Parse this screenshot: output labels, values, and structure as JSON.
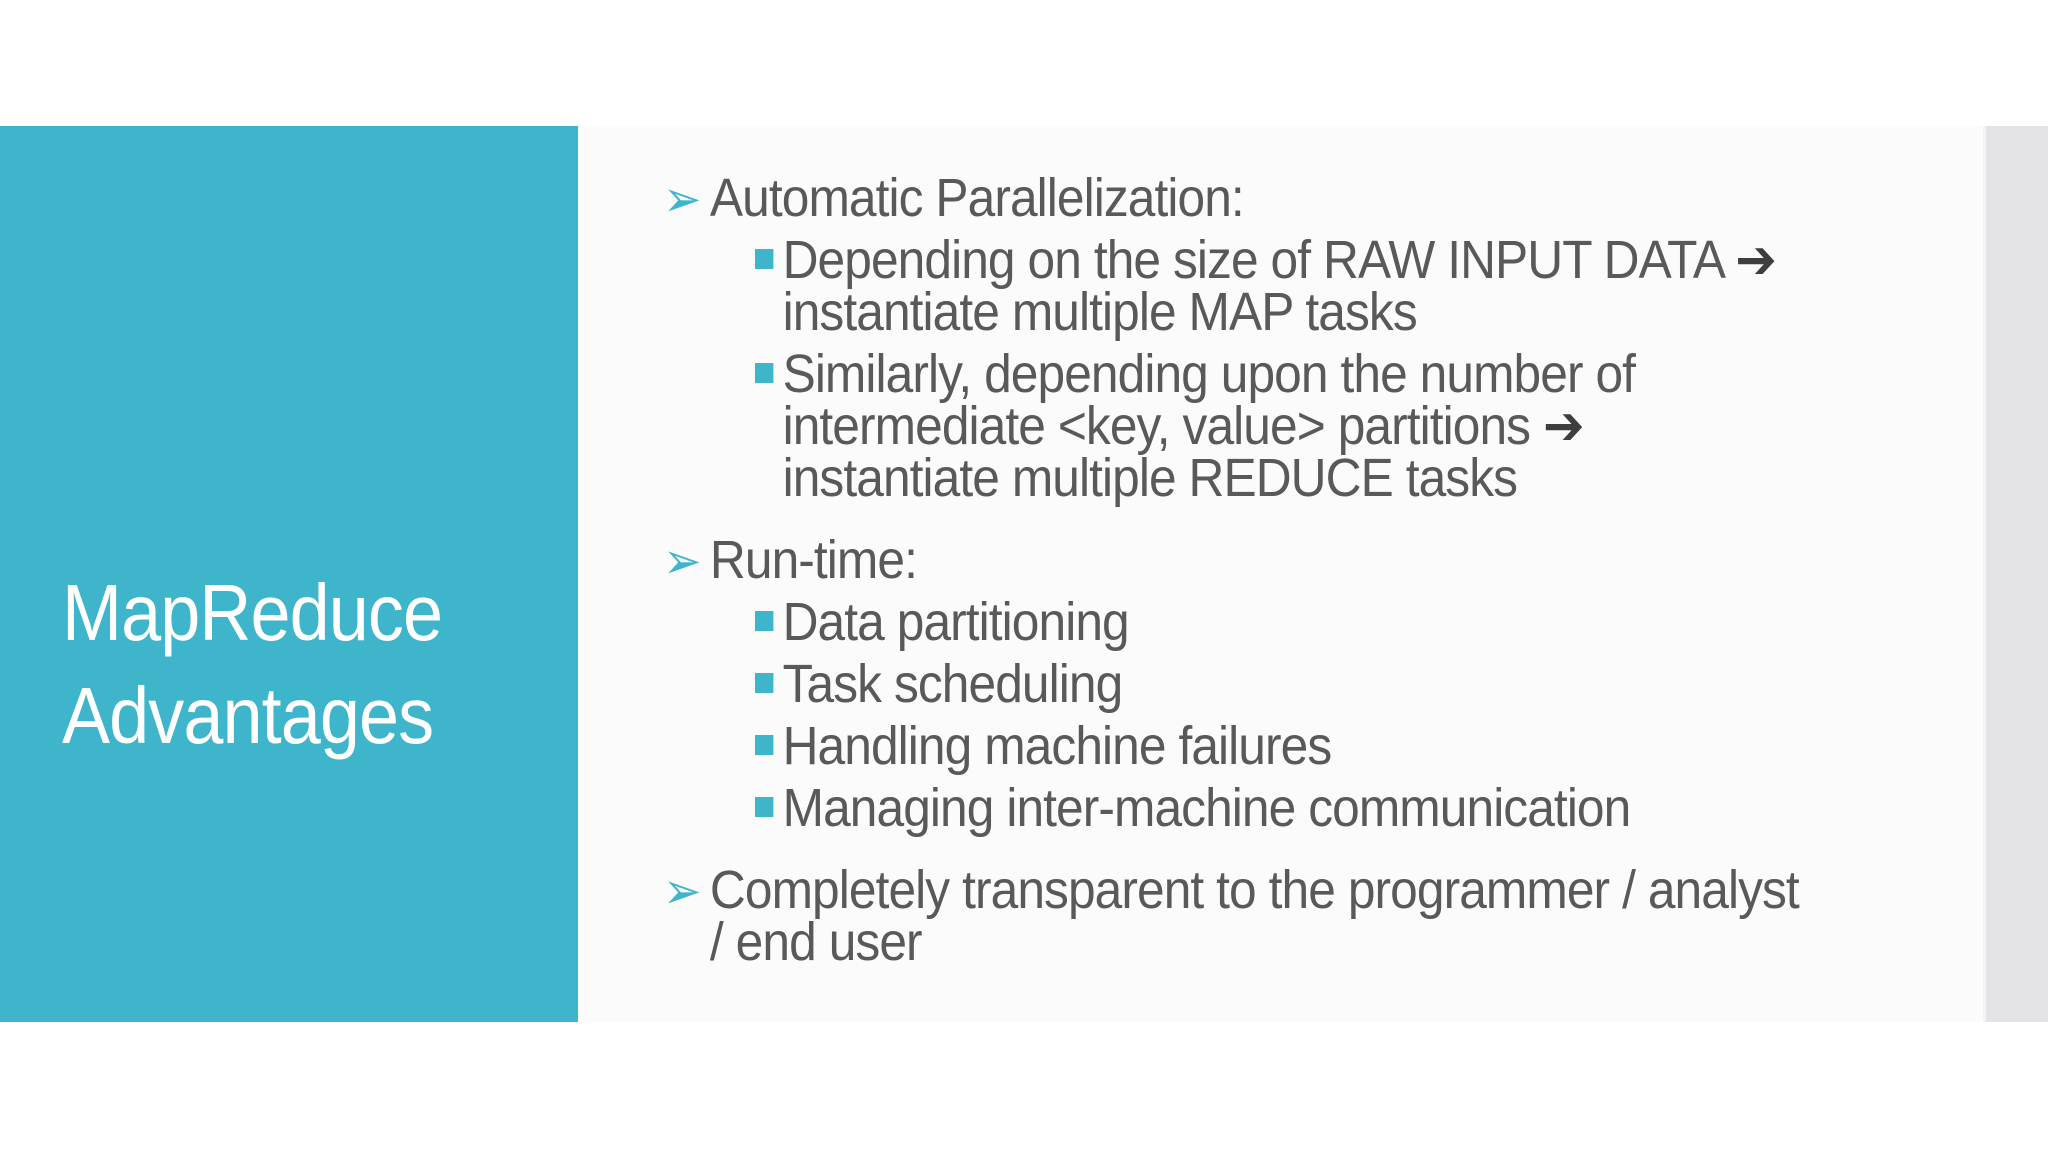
{
  "slide": {
    "title": {
      "line1": "MapReduce",
      "line2": "Advantages"
    },
    "content": {
      "bullets": [
        {
          "level": 1,
          "lines": [
            [
              {
                "text": "Automatic Parallelization:"
              }
            ]
          ]
        },
        {
          "level": 2,
          "lines": [
            [
              {
                "text": "Depending on the size of RAW INPUT DATA "
              },
              {
                "icon": "arrow_right"
              }
            ],
            [
              {
                "text": "instantiate multiple MAP tasks"
              }
            ]
          ]
        },
        {
          "level": 2,
          "lines": [
            [
              {
                "text": "Similarly, depending upon the number of"
              }
            ],
            [
              {
                "text": "intermediate <key, value> partitions "
              },
              {
                "icon": "arrow_right"
              }
            ],
            [
              {
                "text": "instantiate multiple REDUCE tasks"
              }
            ]
          ]
        },
        {
          "level": 1,
          "lines": [
            [
              {
                "text": "Run-time:"
              }
            ]
          ]
        },
        {
          "level": 2,
          "lines": [
            [
              {
                "text": "Data partitioning"
              }
            ]
          ]
        },
        {
          "level": 2,
          "lines": [
            [
              {
                "text": "Task scheduling"
              }
            ]
          ]
        },
        {
          "level": 2,
          "lines": [
            [
              {
                "text": "Handling machine failures"
              }
            ]
          ]
        },
        {
          "level": 2,
          "lines": [
            [
              {
                "text": "Managing inter-machine communication"
              }
            ]
          ]
        },
        {
          "level": 1,
          "lines": [
            [
              {
                "text": "Completely transparent to the programmer / analyst"
              }
            ],
            [
              {
                "text": "/ end user"
              }
            ]
          ]
        }
      ]
    }
  },
  "icons": {
    "arrowhead_bullet": "➢",
    "arrow_right": "➔",
    "square_bullet": "square"
  },
  "colors": {
    "accent_teal": "#3EB5CB",
    "body_text_gray": "#595959",
    "inline_arrow_dark": "#3E3E40",
    "right_strip_gray": "#E4E4E6",
    "content_band": "#FBFBFC",
    "title_text": "#FFFFFF",
    "page_background": "#FFFFFF"
  }
}
